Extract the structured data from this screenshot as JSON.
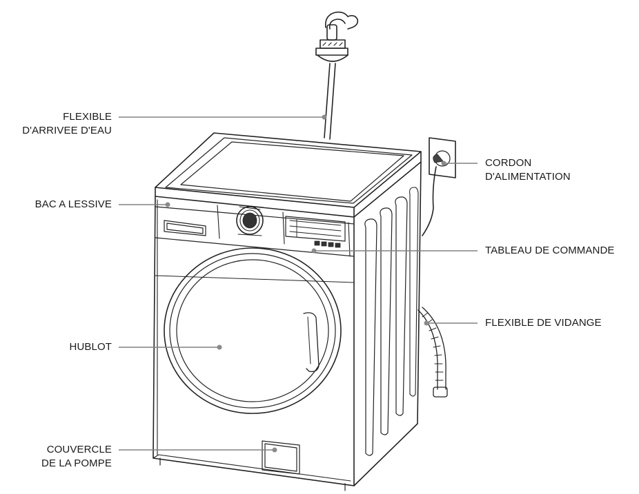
{
  "labels": {
    "inlet_hose": {
      "line1": "FLEXIBLE",
      "line2": "D'ARRIVEE D'EAU"
    },
    "detergent_drawer": "BAC A LESSIVE",
    "door": "HUBLOT",
    "pump_cover": {
      "line1": "COUVERCLE",
      "line2": "DE LA POMPE"
    },
    "power_cord": {
      "line1": "CORDON",
      "line2": "D'ALIMENTATION"
    },
    "control_panel": "TABLEAU DE COMMANDE",
    "drain_hose": "FLEXIBLE DE VIDANGE"
  },
  "colors": {
    "line": "#222222",
    "leader": "#808080",
    "dot": "#8a8a8a",
    "text": "#1a1a1a"
  }
}
